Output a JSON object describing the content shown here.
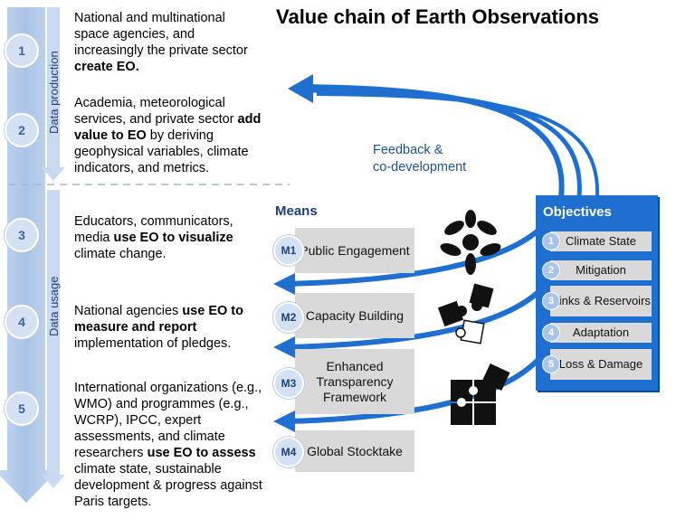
{
  "title": "Value chain of Earth Observations",
  "phases": {
    "production_label": "Data production",
    "usage_label": "Data usage"
  },
  "steps": [
    {
      "num": "1",
      "pre": "National and multinational space agencies, and increasingly the private sector ",
      "bold": "create EO.",
      "post": ""
    },
    {
      "num": "2",
      "pre": "Academia, meteorological services, and private sector ",
      "bold": "add value to EO",
      "post": " by deriving geophysical variables, climate indicators, and metrics."
    },
    {
      "num": "3",
      "pre": "Educators, communicators, media ",
      "bold": "use EO to visualize",
      "post": " climate change."
    },
    {
      "num": "4",
      "pre": "National agencies ",
      "bold": "use EO to measure and report",
      "post": " implementation of pledges."
    },
    {
      "num": "5",
      "pre": "International organizations (e.g., WMO) and programmes (e.g., WCRP), IPCC, expert assessments, and climate researchers ",
      "bold": "use EO to assess",
      "post": " climate state, sustainable development & progress against Paris targets."
    }
  ],
  "feedback": {
    "line1": "Feedback &",
    "line2": "co-development"
  },
  "means": {
    "title": "Means",
    "items": [
      {
        "id": "M1",
        "label": "Public Engagement"
      },
      {
        "id": "M2",
        "label": "Capacity Building"
      },
      {
        "id": "M3",
        "label": "Enhanced Transparency Framework"
      },
      {
        "id": "M4",
        "label": "Global Stocktake"
      }
    ]
  },
  "objectives": {
    "title": "Objectives",
    "items": [
      {
        "num": "1",
        "label": "Climate State"
      },
      {
        "num": "2",
        "label": "Mitigation"
      },
      {
        "num": "3",
        "label": "Sinks & Reservoirs"
      },
      {
        "num": "4",
        "label": "Adaptation"
      },
      {
        "num": "5",
        "label": "Loss & Damage"
      }
    ]
  },
  "colors": {
    "arrow_blue": "#1f6fd1",
    "dark_blue": "#1f3f7a",
    "column_blue": "#b9cfec",
    "box_gray": "#d9d9d9"
  }
}
